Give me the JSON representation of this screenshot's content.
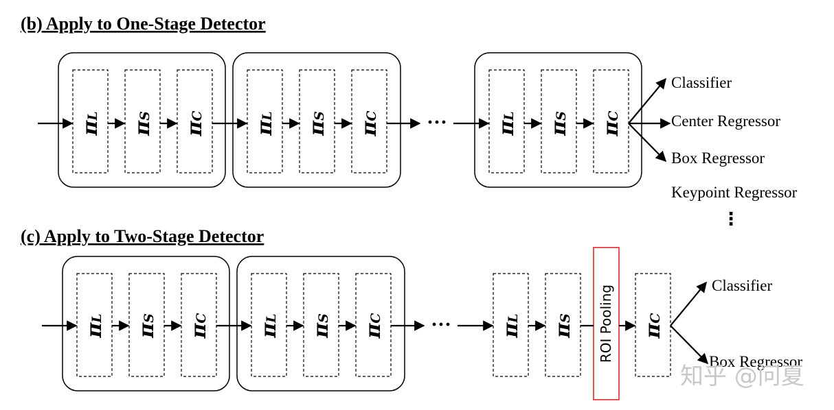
{
  "sections": {
    "one_stage": {
      "title": "(b) Apply to One-Stage Detector",
      "outputs": [
        "Classifier",
        "Center Regressor",
        "Box Regressor",
        "Keypoint Regressor"
      ],
      "vdots": "⋮"
    },
    "two_stage": {
      "title": "(c) Apply to Two-Stage Detector",
      "roi_label": "ROI Pooling",
      "outputs": [
        "Classifier",
        "Box Regressor"
      ]
    }
  },
  "operators": {
    "pi_symbol": "π",
    "L": "L",
    "S": "S",
    "C": "C"
  },
  "ellipsis": "···",
  "watermark": "知乎 @问夏",
  "colors": {
    "line": "#000000",
    "roi_border": "#d22c2c",
    "watermark": "#c8c8c8"
  }
}
